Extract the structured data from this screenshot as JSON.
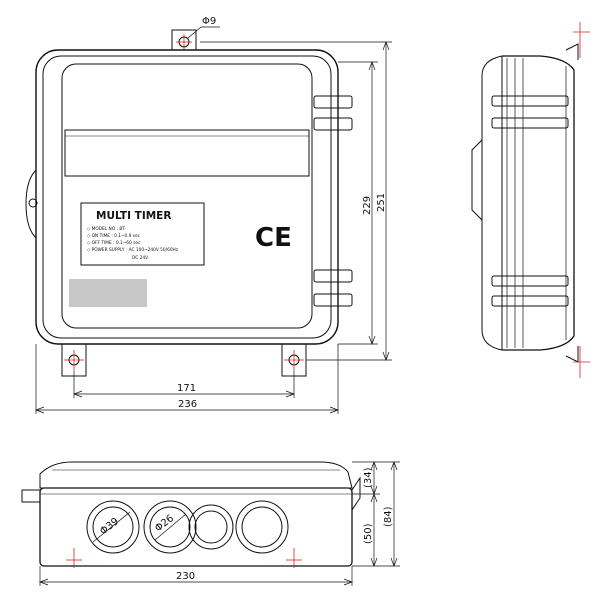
{
  "label": {
    "title": "MULTI TIMER",
    "lines": [
      "◇ MODEL NO : BT-",
      "◇ ON TIME : 0.1~0.9 sec",
      "◇ OFF TIME : 0.1~60 sec",
      "◇ POWER SUPPLY : AC 100~240V 50/60Hz",
      "DC 24V"
    ],
    "ce_mark": "CE"
  },
  "dimensions": {
    "mount_hole": "Φ9",
    "height_body": "229",
    "height_total": "251",
    "hole_spacing": "171",
    "width_total": "236",
    "width_bottom": "230",
    "lid_height": "(34)",
    "depth_total": "(84)",
    "base_height": "(50)",
    "port_large": "Φ39",
    "port_small": "Φ26"
  }
}
